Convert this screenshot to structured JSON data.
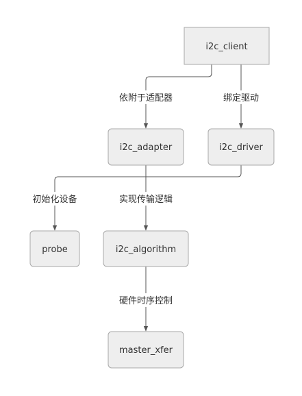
{
  "nodes": {
    "i2c_client": "i2c_client",
    "i2c_adapter": "i2c_adapter",
    "i2c_driver": "i2c_driver",
    "probe": "probe",
    "i2c_algorithm": "i2c_algorithm",
    "master_xfer": "master_xfer"
  },
  "edges": {
    "client_to_adapter": "依附于适配器",
    "client_to_driver": "绑定驱动",
    "driver_to_probe": "初始化设备",
    "adapter_to_algorithm": "实现传输逻辑",
    "algorithm_to_master_xfer": "硬件时序控制"
  },
  "colors": {
    "node_fill": "#eeeeee",
    "node_stroke": "#a8a8a8",
    "edge": "#555555",
    "text": "#333333"
  }
}
